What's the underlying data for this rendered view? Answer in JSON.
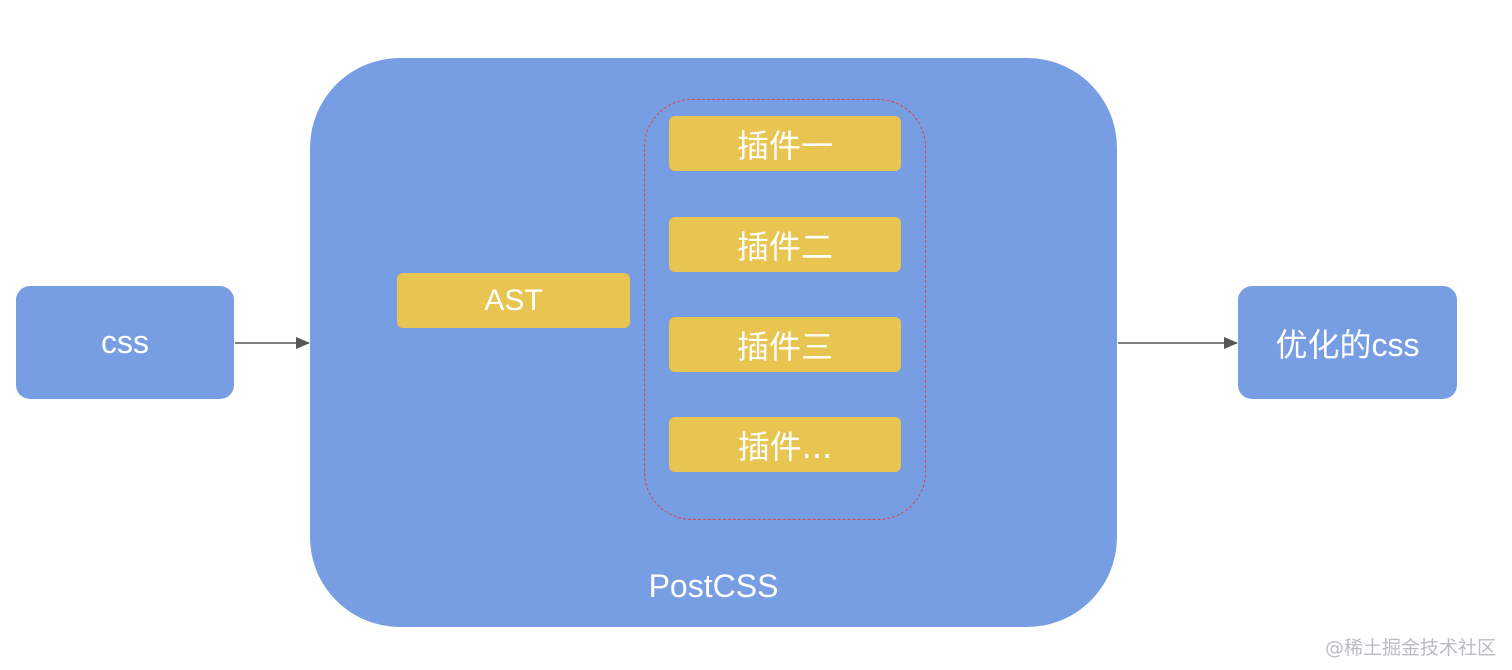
{
  "nodes": {
    "input": "css",
    "output": "优化的css",
    "processor": "PostCSS",
    "ast": "AST",
    "plugins": [
      "插件一",
      "插件二",
      "插件三",
      "插件..."
    ]
  },
  "watermark": "@稀土掘金技术社区",
  "colors": {
    "node_blue": "#779de2",
    "node_yellow": "#e8c450",
    "group_border": "#e0443e",
    "arrow": "#555555"
  }
}
